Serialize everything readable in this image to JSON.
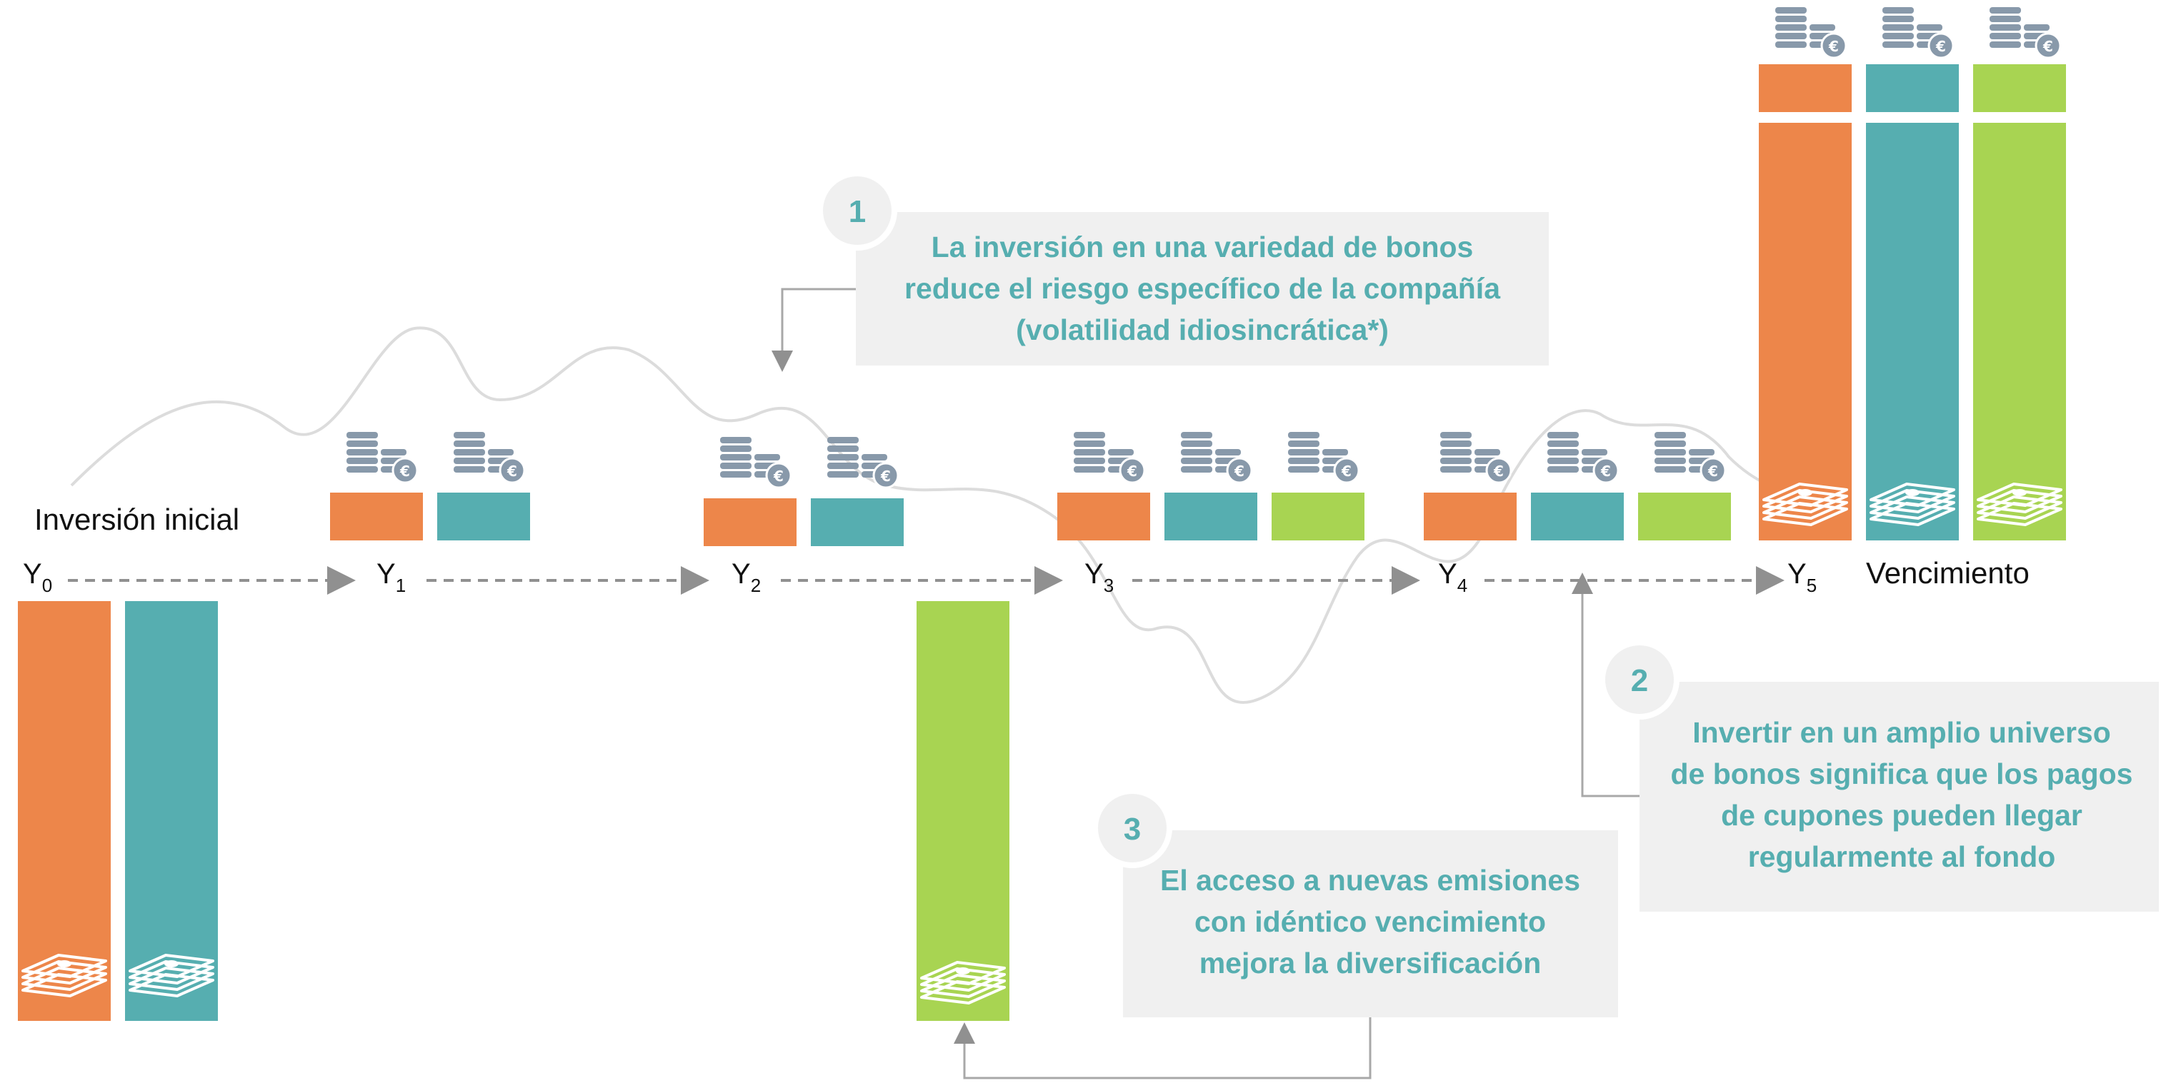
{
  "timeline": {
    "initial_investment_label": "Inversión inicial",
    "maturity_label": "Vencimiento",
    "years": [
      {
        "base": "Y",
        "sub": "0"
      },
      {
        "base": "Y",
        "sub": "1"
      },
      {
        "base": "Y",
        "sub": "2"
      },
      {
        "base": "Y",
        "sub": "3"
      },
      {
        "base": "Y",
        "sub": "4"
      },
      {
        "base": "Y",
        "sub": "5"
      }
    ]
  },
  "colors": {
    "orange": "#ED864A",
    "teal": "#56AEB0",
    "green": "#A8D452",
    "accent_text": "#56AEB0",
    "callout_bg": "#F0F0F0",
    "coin": "#8899AA",
    "arrow": "#909090",
    "wave": "#DCDCDC"
  },
  "icons": {
    "coins": "coin-stack-euro-icon",
    "cash": "banknote-stack-icon"
  },
  "callouts": [
    {
      "number": "1",
      "lines": [
        "La inversión en una variedad de bonos",
        "reduce el riesgo específico de la compañía",
        "(volatilidad idiosincrática*)"
      ]
    },
    {
      "number": "2",
      "lines": [
        "Invertir en un amplio universo",
        "de bonos significa que los pagos",
        "de cupones pueden llegar",
        "regularmente al fondo"
      ]
    },
    {
      "number": "3",
      "lines": [
        "El acceso a nuevas emisiones",
        "con idéntico vencimiento",
        "mejora la diversificación"
      ]
    }
  ]
}
